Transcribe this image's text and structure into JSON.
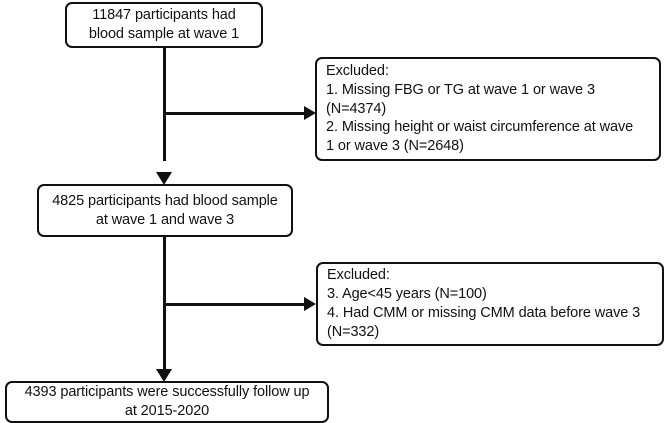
{
  "diagram": {
    "type": "participant-flow-chart",
    "title": "Participant inclusion and exclusion flow",
    "line_color": "#111111",
    "box_fill": "#ffffff",
    "nodes": [
      {
        "id": "cohort-baseline",
        "role": "cohort",
        "align": "center",
        "text": "11847 participants had\nblood sample at wave 1",
        "count": 11847
      },
      {
        "id": "excluded-1",
        "role": "exclusion",
        "align": "left",
        "text": "Excluded:\n1. Missing FBG or TG at wave 1 or wave 3\n(N=4374)\n2. Missing height or waist circumference at wave\n1 or wave 3 (N=2648)",
        "heading": "Excluded:",
        "reasons": [
          {
            "index": "1.",
            "label": "Missing FBG or TG at wave 1 or wave 3",
            "n": 4374
          },
          {
            "index": "2.",
            "label": "Missing height or waist circumference at wave 1 or wave 3",
            "n": 2648
          }
        ]
      },
      {
        "id": "cohort-wave3",
        "role": "cohort",
        "align": "center",
        "text": "4825 participants had blood sample\nat wave 1 and wave 3",
        "count": 4825
      },
      {
        "id": "excluded-2",
        "role": "exclusion",
        "align": "left",
        "text": "Excluded:\n3. Age<45 years (N=100)\n4. Had CMM or  missing CMM data before wave 3\n(N=332)",
        "heading": "Excluded:",
        "reasons": [
          {
            "index": "3.",
            "label": "Age<45 years",
            "n": 100
          },
          {
            "index": "4.",
            "label": "Had CMM or  missing CMM data before wave 3",
            "n": 332
          }
        ]
      },
      {
        "id": "cohort-followup",
        "role": "cohort",
        "align": "center",
        "text": "4393 participants were successfully follow up\nat 2015-2020",
        "count": 4393,
        "period": "2015-2020"
      }
    ],
    "connectors": [
      {
        "id": "trunk-1",
        "from": "cohort-baseline",
        "to": "cohort-wave3",
        "direction": "down"
      },
      {
        "id": "branch-1",
        "from": "cohort-baseline",
        "to": "excluded-1",
        "direction": "right"
      },
      {
        "id": "trunk-2",
        "from": "cohort-wave3",
        "to": "cohort-followup",
        "direction": "down"
      },
      {
        "id": "branch-2",
        "from": "cohort-wave3",
        "to": "excluded-2",
        "direction": "right"
      }
    ]
  }
}
